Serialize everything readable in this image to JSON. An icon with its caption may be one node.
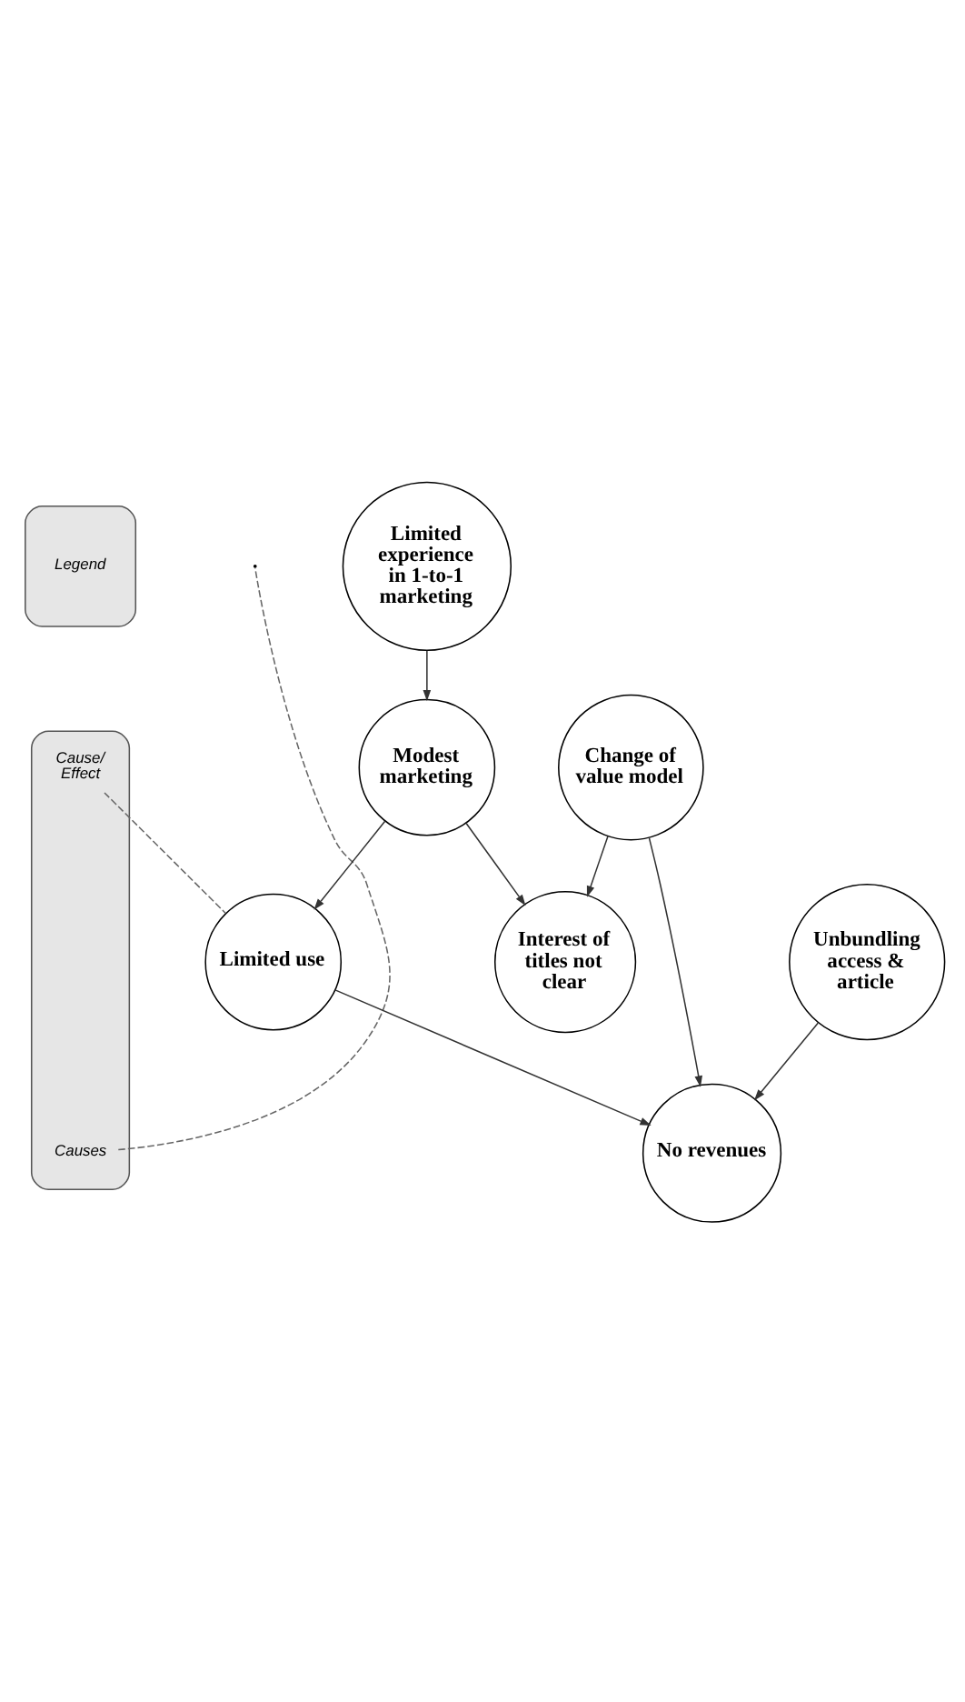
{
  "diagram": {
    "nodes": [
      {
        "text": [
          "Legend"
        ]
      },
      {
        "text": [],
        "shape": "box"
      },
      {
        "text": [
          "Cause/ Effect"
        ],
        "in": 1
      },
      {
        "text": [
          "Causes"
        ],
        "in": 1
      },
      {
        "text": [
          "Limited experience in 1-to-1 marketing"
        ]
      },
      {
        "text": [
          "Modest marketing"
        ]
      },
      {
        "text": [
          "Limited use"
        ]
      },
      {
        "text": [
          "Interest of titles not clear"
        ]
      },
      {
        "text": [
          "Change of value model"
        ]
      },
      {
        "text": [
          "No revenues"
        ]
      },
      {
        "text": [
          "Unbundling access & article"
        ]
      }
    ],
    "edges": [
      {
        "from": 4,
        "to": 5,
        "arrow": "to"
      },
      {
        "from": 5,
        "to": 6,
        "arrow": "to"
      },
      {
        "from": 5,
        "to": 7,
        "arrow": "to"
      },
      {
        "from": 8,
        "to": 7,
        "arrow": "to"
      },
      {
        "from": 8,
        "to": 9,
        "arrow": "to"
      },
      {
        "from": 10,
        "to": 9,
        "arrow": "to"
      },
      {
        "from": 6,
        "to": 9,
        "arrow": "to"
      },
      {
        "from": 2,
        "to": 6,
        "arrow": "none",
        "style": "dashed"
      },
      {
        "from": 3,
        "to": null,
        "arrow": "none",
        "style": "dashed"
      }
    ]
  }
}
